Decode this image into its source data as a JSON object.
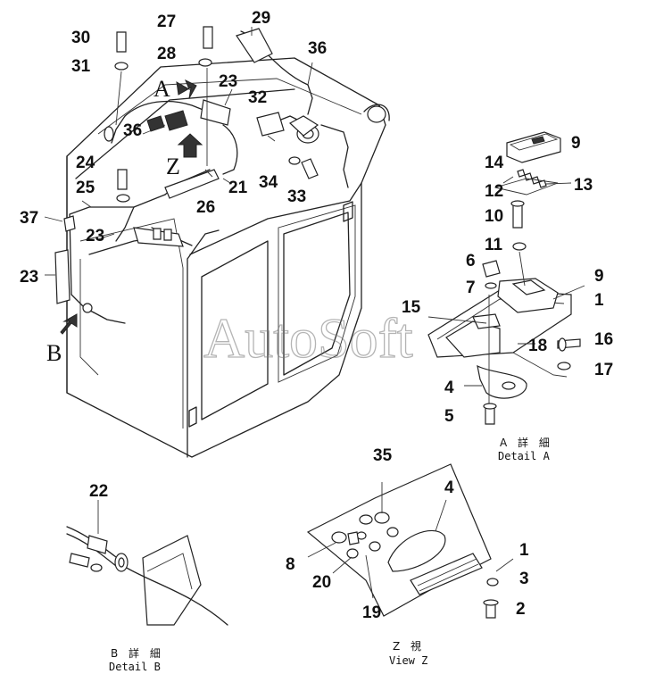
{
  "diagram": {
    "watermark": "AutoSoft",
    "view_letters": {
      "a": "A",
      "b": "B",
      "z": "Z"
    },
    "captions": {
      "detail_a_jp": "A 詳 細",
      "detail_a_en": "Detail A",
      "detail_b_jp": "B 詳 細",
      "detail_b_en": "Detail B",
      "view_z_jp": "Z 視",
      "view_z_en": "View Z"
    },
    "callouts": {
      "c30": "30",
      "c31": "31",
      "c27": "27",
      "c28": "28",
      "c29": "29",
      "c36a": "36",
      "c23a": "23",
      "c36b": "36",
      "c32": "32",
      "c24": "24",
      "c25": "25",
      "c21": "21",
      "c34": "34",
      "c33": "33",
      "c26": "26",
      "c37": "37",
      "c23b": "23",
      "c23c": "23",
      "c9a": "9",
      "c14": "14",
      "c13": "13",
      "c12": "12",
      "c10": "10",
      "c11": "11",
      "c6": "6",
      "c9b": "9",
      "c7": "7",
      "c1a": "1",
      "c15": "15",
      "c16": "16",
      "c18": "18",
      "c17": "17",
      "c4a": "4",
      "c5": "5",
      "c22": "22",
      "c35": "35",
      "c4b": "4",
      "c1b": "1",
      "c8": "8",
      "c3": "3",
      "c20": "20",
      "c2": "2",
      "c19": "19"
    }
  }
}
